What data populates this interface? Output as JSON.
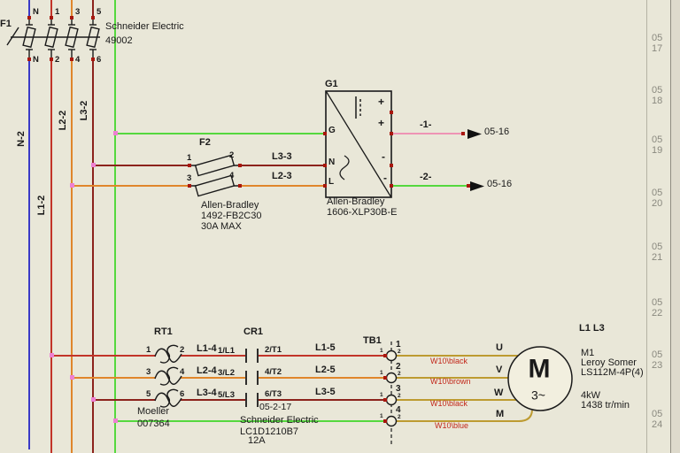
{
  "colors": {
    "background": "#e9e7d8",
    "wire_neutral_blue": "#3a3ac6",
    "wire_l1_red": "#c23429",
    "wire_l2_orange": "#e0862b",
    "wire_l3_darkred": "#8c231c",
    "wire_ground_green": "#55d83e",
    "wire_dc_pink": "#ee93b4",
    "wire_motor_tan": "#bd9b31",
    "junction_pink": "#ee80d2",
    "terminal_red": "#a8170e",
    "cable_label_red": "#c2271a",
    "margin_gray": "#8a897f"
  },
  "f1": {
    "tag": "F1",
    "maker": "Schneider Electric",
    "model": "49002",
    "top_terminals": [
      "N",
      "1",
      "3",
      "5"
    ],
    "bottom_terminals": [
      "N",
      "2",
      "4",
      "6"
    ]
  },
  "feeders": [
    "N-2",
    "L1-2",
    "L2-2",
    "L3-2"
  ],
  "f2": {
    "tag": "F2",
    "terminals": [
      "1",
      "2",
      "3",
      "4"
    ],
    "out_wires": [
      "L3-3",
      "L2-3"
    ],
    "maker": "Allen-Bradley",
    "model": "1492-FB2C30",
    "rating": "30A MAX"
  },
  "g1": {
    "tag": "G1",
    "inputs": [
      "G",
      "N",
      "L"
    ],
    "marks": [
      "+",
      "+",
      "-",
      "-"
    ],
    "maker": "Allen-Bradley",
    "model": "1606-XLP30B-E"
  },
  "outputs": [
    {
      "label": "-1-",
      "ref": "05-16"
    },
    {
      "label": "-2-",
      "ref": "05-16"
    }
  ],
  "rt1": {
    "tag": "RT1",
    "terminals": [
      "1",
      "2",
      "3",
      "4",
      "5",
      "6"
    ],
    "maker": "Moeller",
    "model": "007364"
  },
  "links": {
    "l14": "L1-4",
    "l24": "L2-4",
    "l34": "L3-4",
    "p1": "1/L1",
    "p3": "3/L2",
    "p5": "5/L3",
    "t2": "2/T1",
    "t4": "4/T2",
    "t6": "6/T3",
    "l15": "L1-5",
    "l25": "L2-5",
    "l35": "L3-5"
  },
  "cr1": {
    "tag": "CR1",
    "crossref": "05-2-17",
    "maker": "Schneider Electric",
    "model": "LC1D1210B7",
    "rating": "12A"
  },
  "tb1": {
    "tag": "TB1",
    "terminals": [
      "1",
      "2",
      "3",
      "4"
    ],
    "pin_left": "1",
    "pin_right": "2"
  },
  "cables": [
    "W10\\black",
    "W10\\brown",
    "W10\\black",
    "W10\\blue"
  ],
  "motor": {
    "terminals": [
      "U",
      "V",
      "W",
      "M"
    ],
    "symbol": "M",
    "phase": "3~",
    "location": "L1 L3",
    "tag": "M1",
    "maker": "Leroy Somer",
    "model": "LS112M-4P(4)",
    "power": "4kW",
    "speed": "1438 tr/min"
  },
  "margin": {
    "page": "05",
    "rows": [
      "17",
      "18",
      "19",
      "20",
      "21",
      "22",
      "23",
      "24"
    ]
  }
}
